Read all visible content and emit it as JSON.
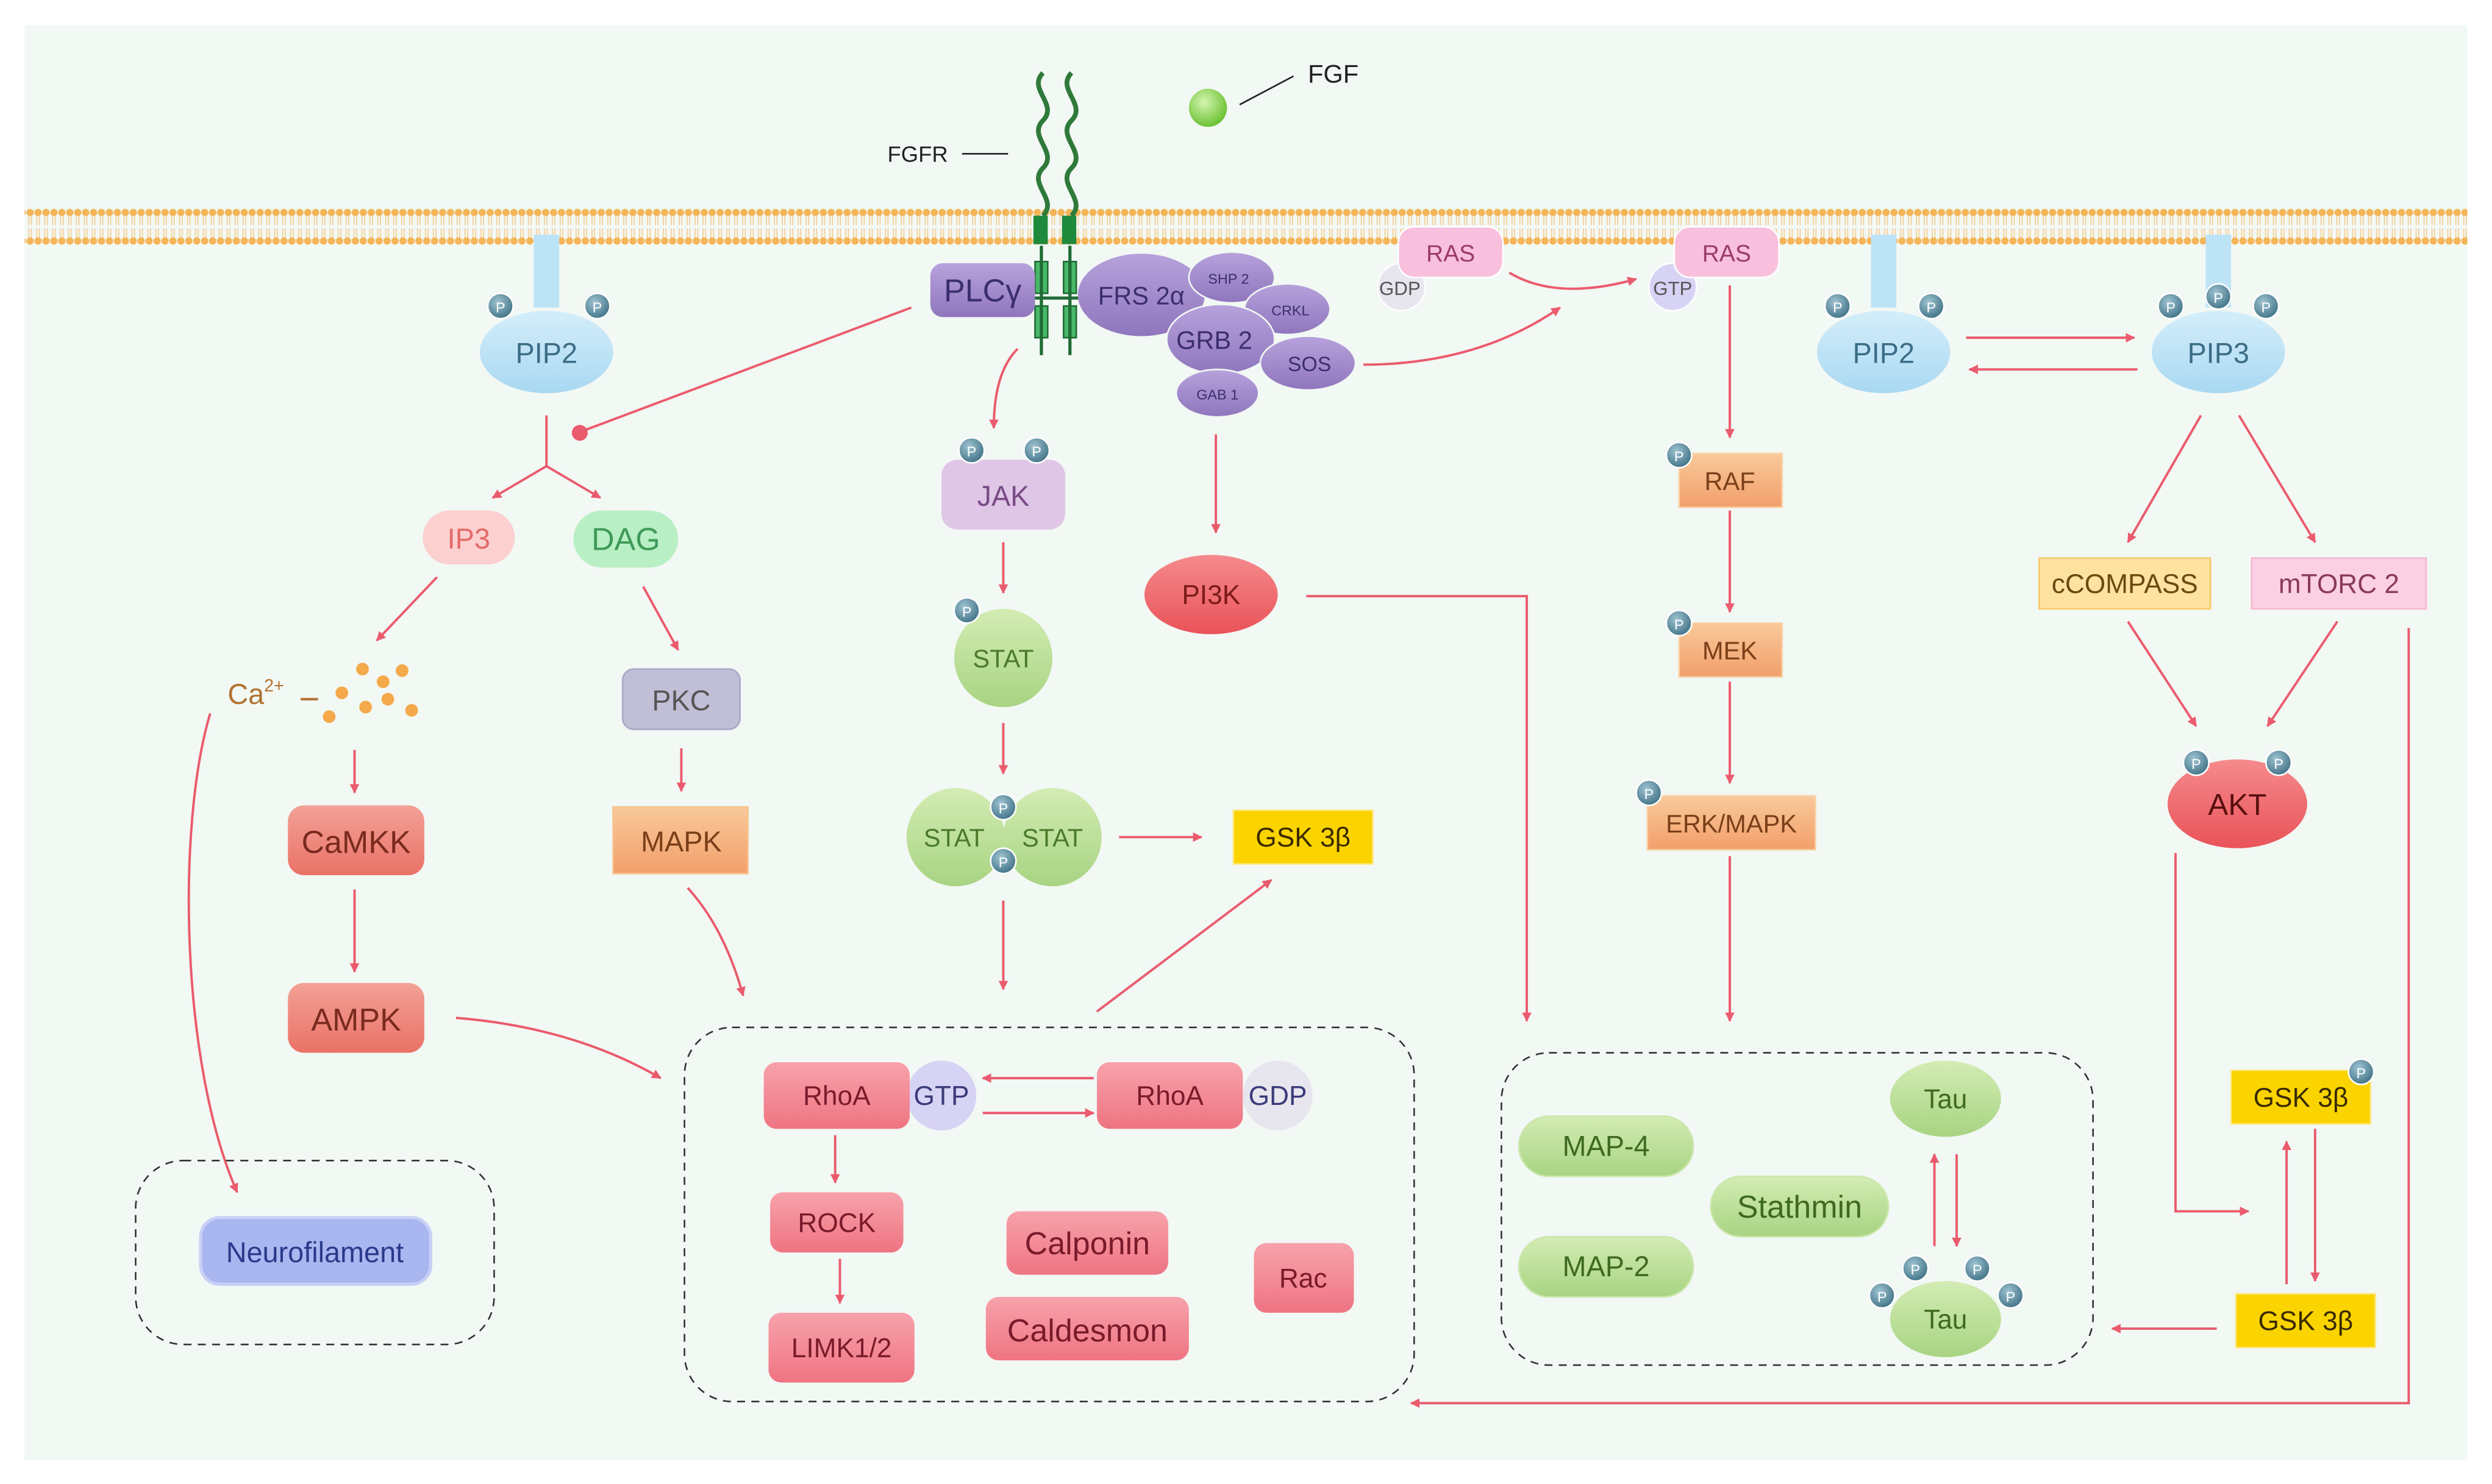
{
  "labels": {
    "fgf": "FGF",
    "fgfr": "FGFR",
    "plcg": "PLCγ",
    "frs2a": "FRS 2α",
    "shp2": "SHP 2",
    "crkl": "CRKL",
    "grb2": "GRB 2",
    "sos": "SOS",
    "gab1": "GAB 1",
    "ras_left": "RAS",
    "gdp_ras": "GDP",
    "ras_right": "RAS",
    "gtp_ras": "GTP",
    "pip2_left": "PIP2",
    "pip2_right": "PIP2",
    "pip3": "PIP3",
    "ip3": "IP3",
    "dag": "DAG",
    "ca": "Ca",
    "ca_sup": "2+",
    "pkc": "PKC",
    "mapk": "MAPK",
    "camkk": "CaMKK",
    "ampk": "AMPK",
    "neurofilament": "Neurofilament",
    "jak": "JAK",
    "stat_single": "STAT",
    "stat_dimer_left": "STAT",
    "stat_dimer_right": "STAT",
    "gsk3b_center": "GSK 3β",
    "pi3k": "PI3K",
    "raf": "RAF",
    "mek": "MEK",
    "erk_mapk": "ERK/MAPK",
    "ccompass": "cCOMPASS",
    "mtorc2": "mTORC 2",
    "akt": "AKT",
    "gsk3b_p": "GSK 3β",
    "gsk3b": "GSK 3β",
    "rhoa_gtp": "RhoA",
    "gtp_rhoa": "GTP",
    "rhoa_gdp": "RhoA",
    "gdp_rhoa": "GDP",
    "rock": "ROCK",
    "limk": "LIMK1/2",
    "calponin": "Calponin",
    "caldesmon": "Caldesmon",
    "rac": "Rac",
    "map4": "MAP-4",
    "map2": "MAP-2",
    "stathmin": "Stathmin",
    "tau_top": "Tau",
    "tau_bottom": "Tau",
    "phospho": "P"
  },
  "colors": {
    "background": "#f2f8f4",
    "membrane": "#f3b558",
    "arrow": "#ea5b6d",
    "purple": "#9a82c4",
    "blue_node": "#bde3f6",
    "green_node": "#b7dc8f",
    "orange_box": "#f6b26b",
    "yellow_box": "#fbd400",
    "pink_box": "#f4818e",
    "phospho": "#4a7a8c"
  }
}
